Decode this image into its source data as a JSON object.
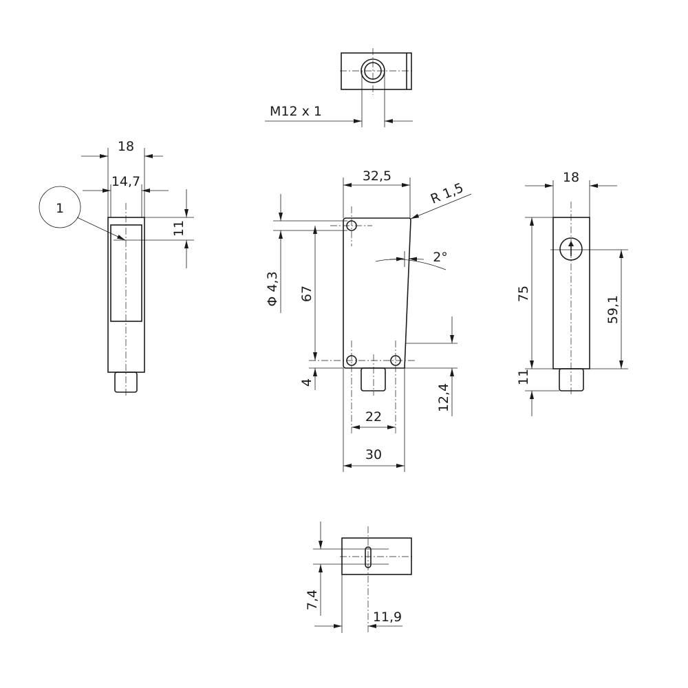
{
  "drawing": {
    "top_view": {
      "thread_label": "M12 x 1"
    },
    "left_view": {
      "width_outer": "18",
      "width_inner": "14,7",
      "offset": "11",
      "callout": "1"
    },
    "front_view": {
      "width_top": "32,5",
      "radius": "R 1,5",
      "angle": "2°",
      "hole_diameter": "Φ 4,3",
      "hole_spacing_v": "67",
      "hole_offset": "4",
      "connector_height": "12,4",
      "hole_spacing_h": "22",
      "width_bottom": "30"
    },
    "right_view": {
      "width": "18",
      "height": "75",
      "connector_offset": "59,1",
      "connector_length": "11"
    },
    "bottom_view": {
      "slot_height": "7,4",
      "slot_offset": "11,9"
    }
  }
}
